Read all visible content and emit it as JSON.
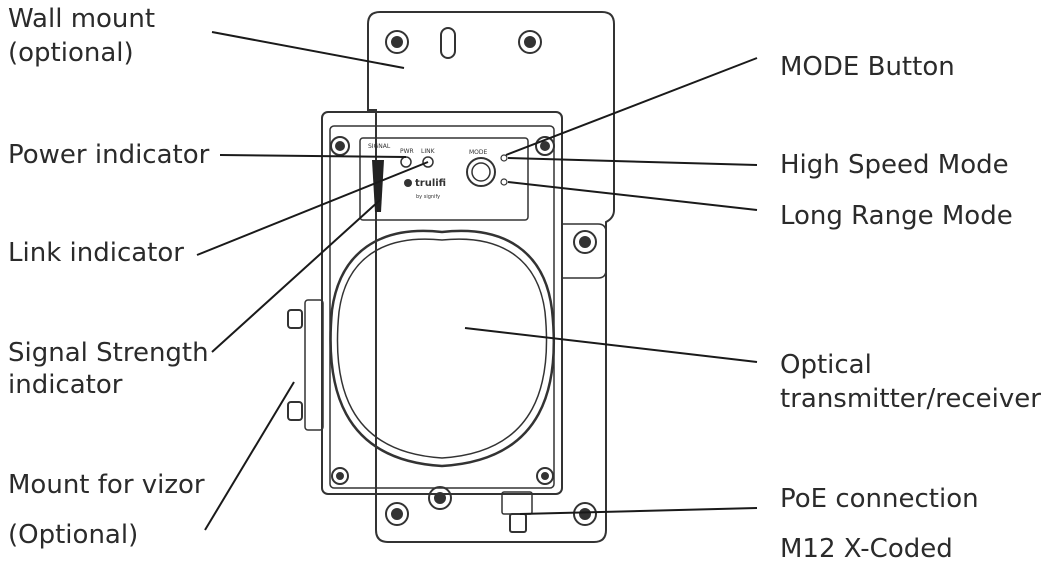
{
  "labels": {
    "wall_mount_1": "Wall mount",
    "wall_mount_2": "(optional)",
    "power_indicator": "Power indicator",
    "link_indicator": "Link indicator",
    "signal_strength_1": "Signal Strength",
    "signal_strength_2": "indicator",
    "mount_vizor_1": "Mount for vizor",
    "mount_vizor_2": "(Optional)",
    "mode_button": "MODE Button",
    "high_speed_mode": "High Speed Mode",
    "long_range_mode": "Long Range Mode",
    "optical_1": "Optical",
    "optical_2": "transmitter/receiver",
    "poe_connection": "PoE connection",
    "m12": "M12 X-Coded"
  },
  "panel": {
    "signal": "SIGNAL",
    "pwr": "PWR",
    "link": "LINK",
    "mode": "MODE",
    "brand": "trulifi",
    "brand_sub": "by signify"
  }
}
